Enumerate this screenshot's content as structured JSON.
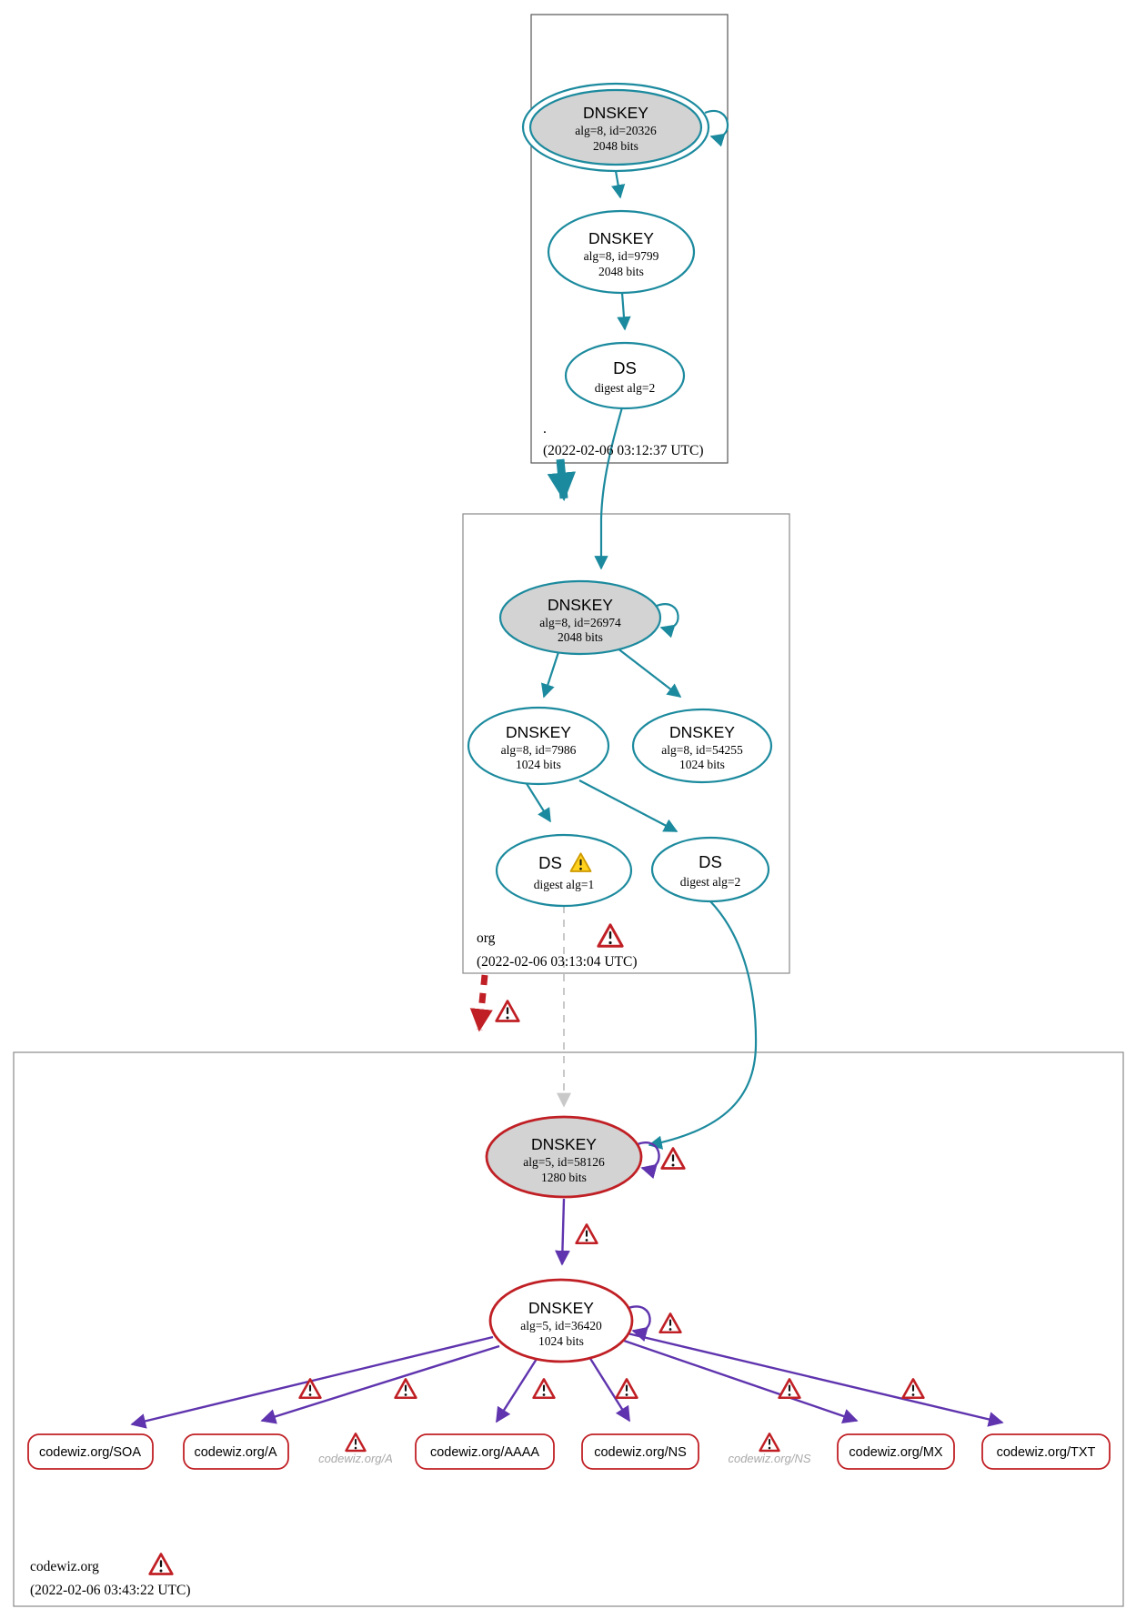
{
  "zones": {
    "root": {
      "name": ".",
      "timestamp": "(2022-02-06 03:12:37 UTC)"
    },
    "org": {
      "name": "org",
      "timestamp": "(2022-02-06 03:13:04 UTC)"
    },
    "codewiz": {
      "name": "codewiz.org",
      "timestamp": "(2022-02-06 03:43:22 UTC)"
    }
  },
  "nodes": {
    "root_ksk": {
      "type": "DNSKEY",
      "alg_id": "alg=8, id=20326",
      "bits": "2048 bits"
    },
    "root_zsk": {
      "type": "DNSKEY",
      "alg_id": "alg=8, id=9799",
      "bits": "2048 bits"
    },
    "root_ds": {
      "type": "DS",
      "digest": "digest alg=2"
    },
    "org_ksk": {
      "type": "DNSKEY",
      "alg_id": "alg=8, id=26974",
      "bits": "2048 bits"
    },
    "org_zsk_7986": {
      "type": "DNSKEY",
      "alg_id": "alg=8, id=7986",
      "bits": "1024 bits"
    },
    "org_zsk_54255": {
      "type": "DNSKEY",
      "alg_id": "alg=8, id=54255",
      "bits": "1024 bits"
    },
    "org_ds_1": {
      "type": "DS",
      "digest": "digest alg=1"
    },
    "org_ds_2": {
      "type": "DS",
      "digest": "digest alg=2"
    },
    "codewiz_ksk": {
      "type": "DNSKEY",
      "alg_id": "alg=5, id=58126",
      "bits": "1280 bits"
    },
    "codewiz_zsk": {
      "type": "DNSKEY",
      "alg_id": "alg=5, id=36420",
      "bits": "1024 bits"
    }
  },
  "rrsets": [
    {
      "label": "codewiz.org/SOA"
    },
    {
      "label": "codewiz.org/A"
    },
    {
      "label": "codewiz.org/AAAA"
    },
    {
      "label": "codewiz.org/NS"
    },
    {
      "label": "codewiz.org/MX"
    },
    {
      "label": "codewiz.org/TXT"
    }
  ],
  "phantom_rrsets": [
    {
      "label": "codewiz.org/A"
    },
    {
      "label": "codewiz.org/NS"
    }
  ],
  "colors": {
    "secure_teal": "#1c8a9e",
    "bogus_red": "#c02025",
    "signature_purple": "#5f34ae",
    "warning_yellow": "#ffd21e",
    "sep_key_fill": "#d3d3d3",
    "insecure_gray": "#c9c9c9"
  }
}
